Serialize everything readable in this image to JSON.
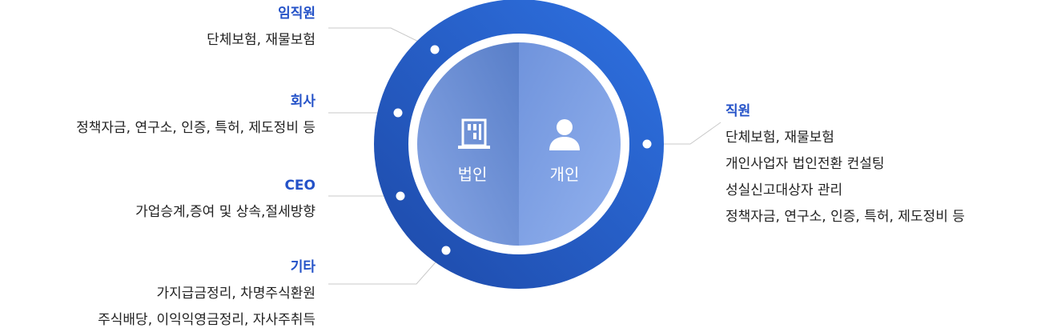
{
  "diagram": {
    "center": {
      "left_label": "법인",
      "right_label": "개인",
      "left_icon": "building-icon",
      "right_icon": "person-icon"
    },
    "colors": {
      "title": "#2452c8",
      "ring_dark": "#1f4fb8",
      "ring_light": "#2f6fe0",
      "inner_left": "#6e90d8",
      "inner_right": "#7ea2e6",
      "connector": "#c8c8c8"
    },
    "groups": {
      "staff": {
        "title": "임직원",
        "lines": [
          "단체보험, 재물보험"
        ]
      },
      "company": {
        "title": "회사",
        "lines": [
          "정책자금, 연구소, 인증, 특허, 제도정비 등"
        ]
      },
      "ceo": {
        "title": "CEO",
        "lines": [
          "가업승계,증여 및 상속,절세방향"
        ]
      },
      "etc": {
        "title": "기타",
        "lines": [
          "가지급금정리, 차명주식환원",
          "주식배당, 이익익영금정리, 자사주취득"
        ]
      },
      "employee": {
        "title": "직원",
        "lines": [
          "단체보험, 재물보험",
          "개인사업자 법인전환 컨설팅",
          "성실신고대상자 관리",
          "정책자금, 연구소, 인증, 특허, 제도정비 등"
        ]
      }
    }
  }
}
